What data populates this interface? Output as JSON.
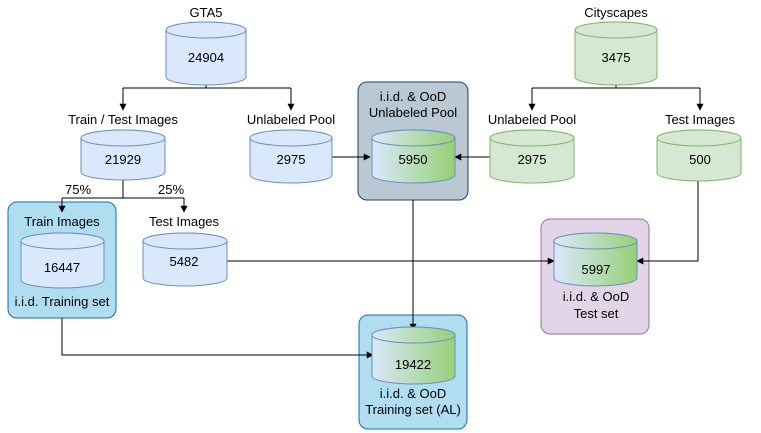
{
  "colors": {
    "blue_fill": "#dae8fc",
    "blue_stroke": "#6c8ebf",
    "green_fill": "#d5e8d4",
    "green_stroke": "#82b366",
    "mixed_green_end": "#97d077",
    "cyan_group_fill": "#b1ddf0",
    "cyan_group_stroke": "#10739e",
    "gray_group_fill": "#bac8d3",
    "gray_group_stroke": "#23445d",
    "purple_group_fill": "#e1d5e7",
    "purple_group_stroke": "#9673a6",
    "edge": "#000000"
  },
  "sources": {
    "gta5": {
      "label": "GTA5",
      "count": "24904"
    },
    "cityscapes": {
      "label": "Cityscapes",
      "count": "3475"
    }
  },
  "gta_train_test": {
    "label": "Train / Test Images",
    "count": "21929"
  },
  "gta_unlabeled": {
    "label": "Unlabeled Pool",
    "count": "2975"
  },
  "city_unlabeled": {
    "label": "Unlabeled Pool",
    "count": "2975"
  },
  "city_test": {
    "label": "Test Images",
    "count": "500"
  },
  "split": {
    "train_pct": "75%",
    "test_pct": "25%"
  },
  "train_images": {
    "label": "Train Images",
    "count": "16447",
    "group_label": "i.i.d. Training set"
  },
  "gta_test": {
    "label": "Test Images",
    "count": "5482"
  },
  "pool": {
    "title_line1": "i.i.d. & OoD",
    "title_line2": "Unlabeled Pool",
    "count": "5950"
  },
  "test_set": {
    "count": "5997",
    "label_line1": "i.i.d. & OoD",
    "label_line2": "Test set"
  },
  "training_set": {
    "count": "19422",
    "label_line1": "i.i.d. & OoD",
    "label_line2": "Training set (AL)"
  }
}
